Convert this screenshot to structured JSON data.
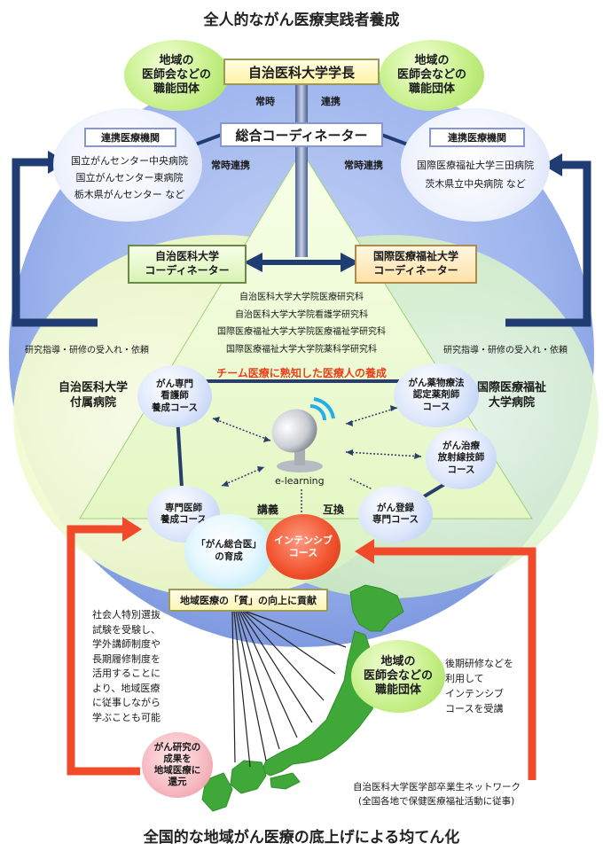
{
  "title_top": "全人的ながん医療実践者養成",
  "title_bottom": "全国的な地域がん医療の底上げによる均てん化",
  "president": "自治医科大学学長",
  "label_joji_left": "常時",
  "label_renkei_right": "連携",
  "coordinator_general": "総合コーディネーター",
  "prof_org_top_left": "地域の\n医師会などの\n職能団体",
  "prof_org_top_right": "地域の\n医師会などの\n職能団体",
  "prof_org_bottom": "地域の\n医師会などの\n職能団体",
  "partner_left": {
    "header": "連携医療機関",
    "items": [
      "国立がんセンター中央病院",
      "国立がんセンター東病院",
      "栃木県がんセンター など"
    ]
  },
  "partner_right": {
    "header": "連携医療機関",
    "items": [
      "国際医療福祉大学三田病院",
      "茨木県立中央病院 など"
    ]
  },
  "label_constant_left": "常時連携",
  "label_constant_right": "常時連携",
  "coord_jichi": "自治医科大学\nコーディネーター",
  "coord_iuhw": "国際医療福祉大学\nコーディネーター",
  "graduate_schools": [
    "自治医科大学大学院医療研究科",
    "自治医科大学大学院看護学研究科",
    "国際医療福祉大学大学院医療福祉学研究科",
    "国際医療福祉大学大学院薬科学研究科"
  ],
  "team_slogan": "チーム医療に熟知した医療人の養成",
  "research_left": "研究指導・研修の受入れ・依頼",
  "research_right": "研究指導・研修の受入れ・依頼",
  "hospital_left": "自治医科大学\n付属病院",
  "hospital_right": "国際医療福祉\n大学病院",
  "courses": {
    "nurse": "がん専門\n看護師\n養成コース",
    "pharmacist": "がん薬物療法\n認定薬剤師\nコース",
    "radiology": "がん治療\n放射線技師\nコース",
    "registry": "がん登録\n専門コース",
    "specialist": "専門医師\n養成コース",
    "general": "「がん総合医」\nの育成",
    "intensive": "インテンシブ\nコース"
  },
  "elearning": "e-learning",
  "label_lecture": "講義",
  "label_exchange": "互換",
  "contribution": "地域医療の「質」の向上に貢献",
  "left_note": "社会人特別選抜\n試験を受験し、\n学外講師制度や\n長期履修制度を\n活用することに\nより、地域医療\nに従事しながら\n学ぶことも可能",
  "right_note": "後期研修などを\n利用して\nインテンシブ\nコースを受講",
  "research_return": "がん研究の\n成果を\n地域医療に\n還元",
  "network_line1": "自治医科大学医学部卒業生ネットワーク",
  "network_line2": "(全国各地で保健医療福祉活動に従事)",
  "colors": {
    "big_circle": "#8fa8e8",
    "green_zone": "#dff5c0",
    "navy_arrow": "#1f3d73",
    "red_arrow": "#f04a2a",
    "slogan_red": "#e8401c",
    "map_green": "#3fa838"
  }
}
